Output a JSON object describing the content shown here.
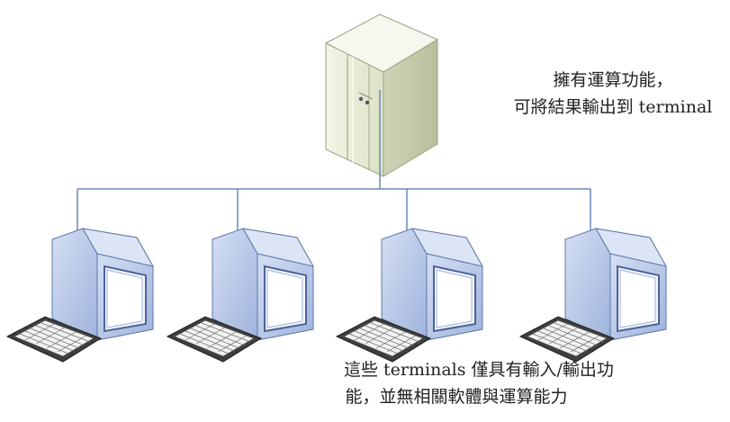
{
  "diagram": {
    "server": {
      "icon": "mainframe-server-icon",
      "caption_lines": [
        "擁有運算功能，",
        "可將結果輸出到 terminal"
      ]
    },
    "terminals": {
      "count": 4,
      "icon": "terminal-monitor-keyboard-icon",
      "caption_lines": [
        "這些 terminals 僅具有輸入/輸出功",
        "能，並無相關軟體與運算能力"
      ]
    },
    "colors": {
      "connector": "#6a88b8",
      "server_body": "#e9ecd9",
      "monitor_body": "#b7c7e8",
      "screen_fill": "#f4f6fb",
      "keyboard_body": "#4a4a4a"
    }
  }
}
